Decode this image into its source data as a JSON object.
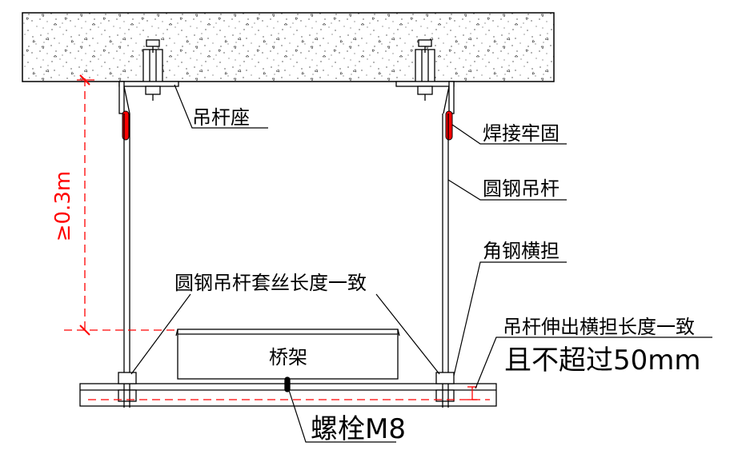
{
  "colors": {
    "line": "#000000",
    "dimension": "#ff0000",
    "weld": "#ff0000",
    "background": "#ffffff"
  },
  "labels": {
    "hanger_seat": "吊杆座",
    "weld_secure": "焊接牢固",
    "round_steel_rod": "圆钢吊杆",
    "angle_steel_crossarm": "角钢横担",
    "thread_length_same": "圆钢吊杆套丝长度一致",
    "rod_extension_line1": "吊杆伸出横担长度一致",
    "rod_extension_line2": "且不超过50mm",
    "cable_tray": "桥架",
    "bolt": "螺栓M8",
    "min_length": "≥0.3m"
  }
}
